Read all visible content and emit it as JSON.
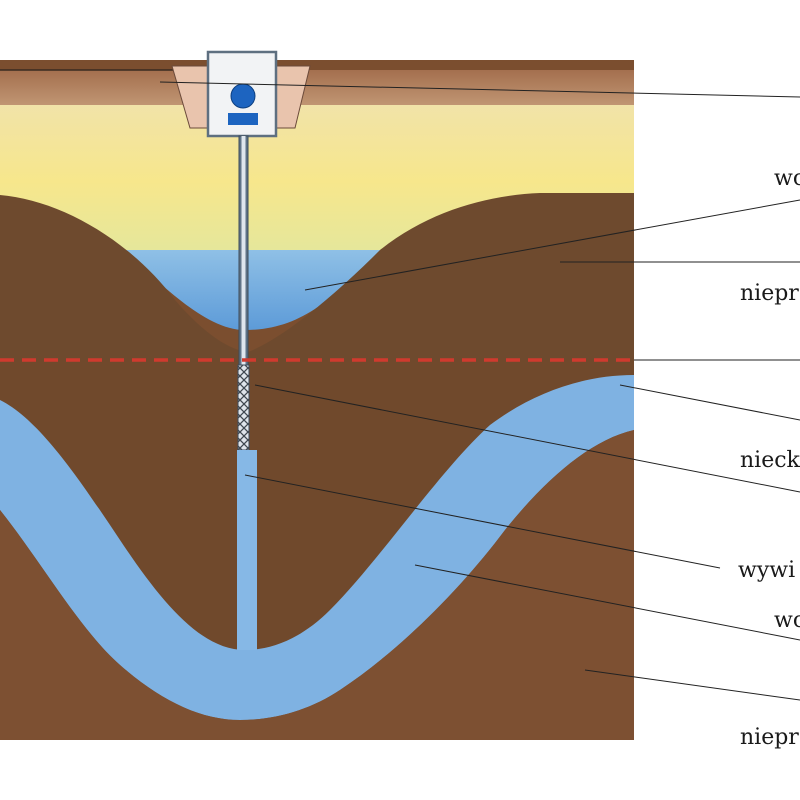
{
  "colors": {
    "topsoil": "#9a6a4a",
    "sand_yellow": "#f5e6a0",
    "water": "#7fb2e2",
    "impermeable": "#6e4a2e",
    "dash_line": "#d03a2e",
    "casing": "#6a7d90",
    "pump": "#1d64c0"
  },
  "labels": {
    "l1": "wo",
    "l2": "niepr",
    "l3": "nieck",
    "l4": "wywi",
    "l5": "wo",
    "l6": "niepr"
  }
}
